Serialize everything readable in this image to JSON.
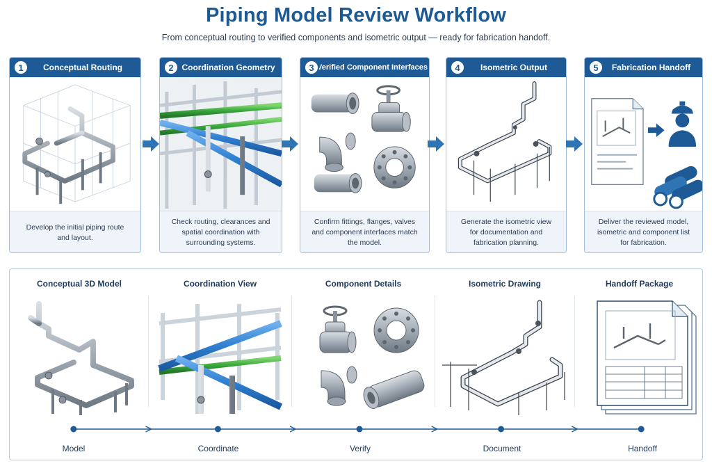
{
  "header": {
    "title": "Piping Model Review Workflow",
    "subtitle": "From conceptual routing to verified components and isometric output — ready for fabrication handoff."
  },
  "steps": [
    {
      "number": "1",
      "title": "Conceptual Routing",
      "description": "Develop the initial piping route and layout.",
      "icon": "conceptual-routing-illustration"
    },
    {
      "number": "2",
      "title": "Coordination Geometry",
      "description": "Check routing, clearances and spatial coordination with surrounding systems.",
      "icon": "coordination-geometry-illustration"
    },
    {
      "number": "3",
      "title": "Verified Component Interfaces",
      "description": "Confirm fittings, flanges, valves and component interfaces match the model.",
      "icon": "component-interfaces-illustration"
    },
    {
      "number": "4",
      "title": "Isometric Output",
      "description": "Generate the isometric view for documentation and fabrication planning.",
      "icon": "isometric-output-illustration"
    },
    {
      "number": "5",
      "title": "Fabrication Handoff",
      "description": "Deliver the reviewed model, isometric and component list for fabrication.",
      "icon": "fabrication-handoff-illustration"
    }
  ],
  "bottom": {
    "columns": [
      {
        "title": "Conceptual 3D Model",
        "icon": "conceptual-3d-model-illustration"
      },
      {
        "title": "Coordination View",
        "icon": "coordination-view-illustration"
      },
      {
        "title": "Component Details",
        "icon": "component-details-illustration"
      },
      {
        "title": "Isometric Drawing",
        "icon": "isometric-drawing-illustration"
      },
      {
        "title": "Handoff Package",
        "icon": "handoff-package-illustration"
      }
    ],
    "timeline": [
      "Model",
      "Coordinate",
      "Verify",
      "Document",
      "Handoff"
    ]
  },
  "colors": {
    "primary": "#1e5b96",
    "pipe_gray": "#9aa3ad",
    "pipe_blue": "#2f7fd1",
    "pipe_green": "#3aa83d",
    "panel_bg": "#eef4fa"
  }
}
